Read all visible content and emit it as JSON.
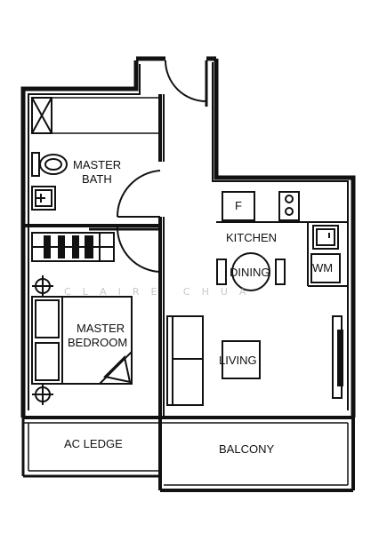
{
  "rooms": {
    "master_bath": [
      "MASTER",
      "BATH"
    ],
    "kitchen": "KITCHEN",
    "dining": "DINING",
    "master_bedroom": [
      "MASTER",
      "BEDROOM"
    ],
    "living": "LIVING",
    "ac_ledge": "AC LEDGE",
    "balcony": "BALCONY"
  },
  "fixtures": {
    "fridge": "F",
    "washing_machine": "WM"
  },
  "watermark": "CLAIRE CHUA"
}
